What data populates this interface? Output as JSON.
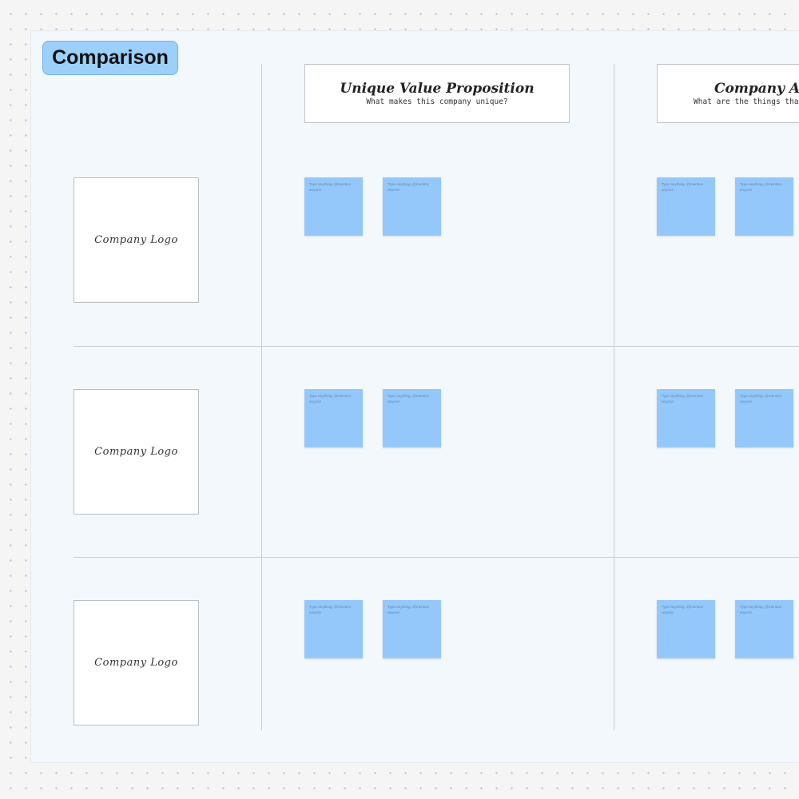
{
  "board": {
    "title": "Comparison"
  },
  "columns": [
    {
      "title": "Unique Value Proposition",
      "subtitle": "What makes this company unique?"
    },
    {
      "title": "Company Ad",
      "subtitle": "What are the things tha"
    }
  ],
  "rows": [
    {
      "logo_label": "Company Logo"
    },
    {
      "logo_label": "Company Logo"
    },
    {
      "logo_label": "Company Logo"
    }
  ],
  "sticky_placeholder": "Type anything, @mention anyone",
  "colors": {
    "sticky": "#94c8fa",
    "title_chip": "#9cd0fb",
    "board_bg": "#f2f8fc"
  }
}
